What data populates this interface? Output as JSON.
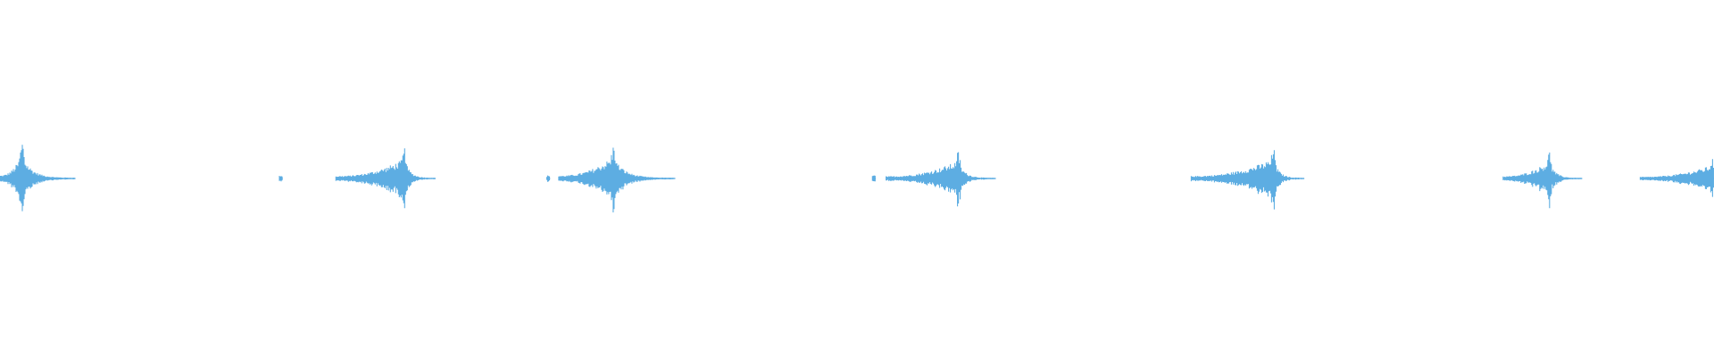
{
  "waveform": {
    "color": "#5dade2",
    "clips": [
      {
        "start": 0.0,
        "end": 0.044,
        "peak": 0.013,
        "amp": 0.11
      },
      {
        "start": 0.163,
        "end": 0.165,
        "peak": 0.164,
        "amp": 0.01
      },
      {
        "start": 0.196,
        "end": 0.254,
        "peak": 0.236,
        "amp": 0.09
      },
      {
        "start": 0.319,
        "end": 0.321,
        "peak": 0.32,
        "amp": 0.01
      },
      {
        "start": 0.326,
        "end": 0.394,
        "peak": 0.358,
        "amp": 0.1
      },
      {
        "start": 0.509,
        "end": 0.511,
        "peak": 0.51,
        "amp": 0.01
      },
      {
        "start": 0.517,
        "end": 0.581,
        "peak": 0.559,
        "amp": 0.08
      },
      {
        "start": 0.695,
        "end": 0.761,
        "peak": 0.743,
        "amp": 0.09
      },
      {
        "start": 0.877,
        "end": 0.923,
        "peak": 0.904,
        "amp": 0.08
      },
      {
        "start": 0.957,
        "end": 1.0,
        "peak": 0.999,
        "amp": 0.06
      }
    ]
  }
}
